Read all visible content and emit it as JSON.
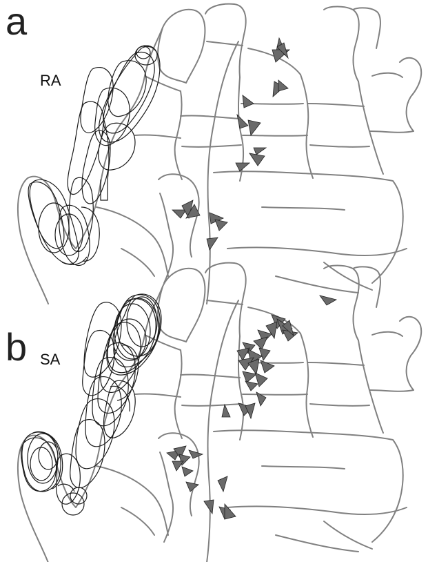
{
  "figure": {
    "panels": [
      {
        "id": "a",
        "letter": "a",
        "label": "RA"
      },
      {
        "id": "b",
        "letter": "b",
        "label": "SA"
      }
    ],
    "colors": {
      "hand_outline": "#808080",
      "receptive_field": "#1a1a1a",
      "marker_fill": "#6a6a6a",
      "marker_stroke": "#222222",
      "background": "#ffffff"
    },
    "icons": {
      "marker": "triangle-marker-icon",
      "receptive_field": "ellipse-outline-icon"
    }
  }
}
